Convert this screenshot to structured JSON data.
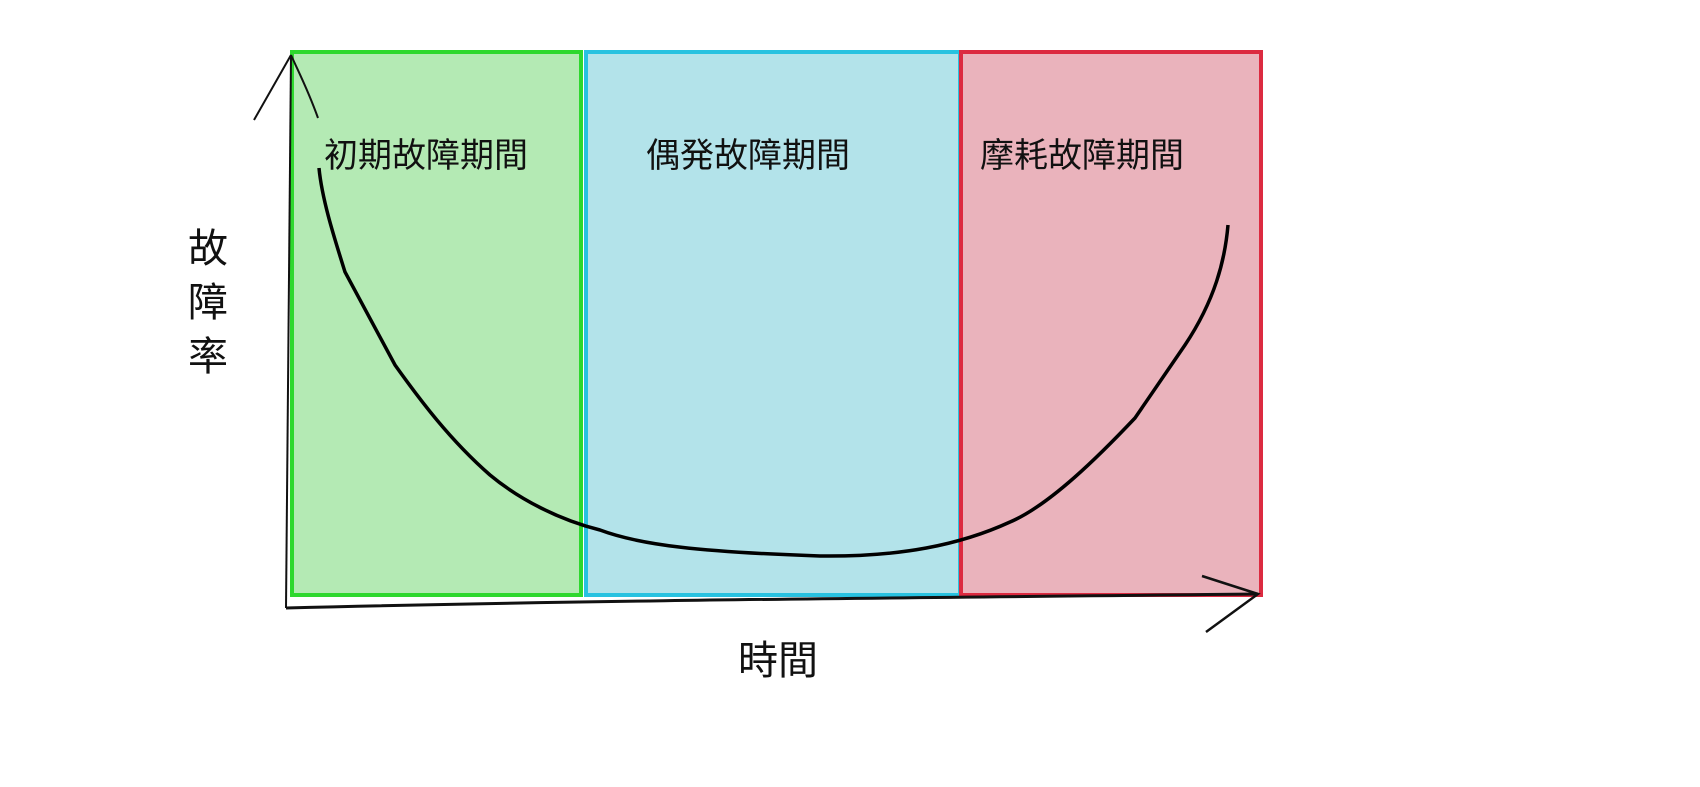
{
  "diagram": {
    "title": "Bathtub curve",
    "y_axis_label": "故障率",
    "x_axis_label": "時間",
    "regions": [
      {
        "label": "初期故障期間",
        "fill": "#b4eab4",
        "stroke": "#2ed82e"
      },
      {
        "label": "偶発故障期間",
        "fill": "#b3e3ea",
        "stroke": "#28c2e0"
      },
      {
        "label": "摩耗故障期間",
        "fill": "#eab3bc",
        "stroke": "#dc2a40"
      }
    ],
    "curve_color": "#000000"
  }
}
